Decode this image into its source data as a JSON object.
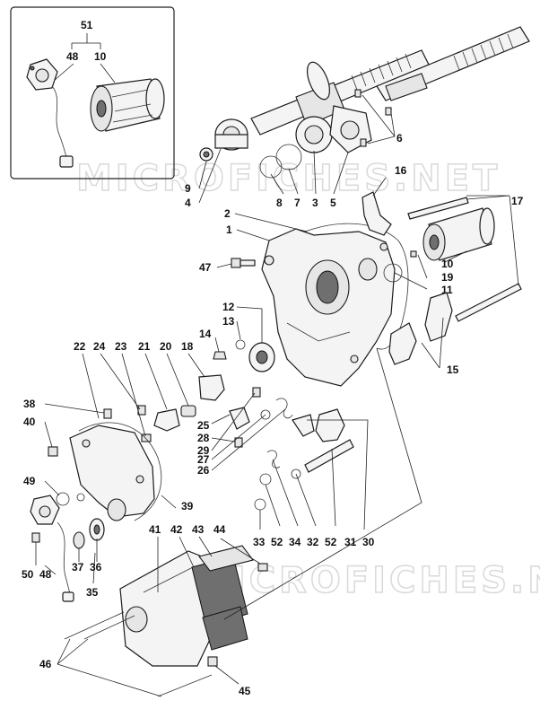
{
  "watermark": [
    "MICROFICHES.NET",
    "MICROFICHES.NET"
  ],
  "inset": {
    "title": "51",
    "sub_left": "48",
    "sub_right": "10"
  },
  "callouts": [
    {
      "id": "c1",
      "text": "1"
    },
    {
      "id": "c2",
      "text": "2"
    },
    {
      "id": "c3",
      "text": "3"
    },
    {
      "id": "c4",
      "text": "4"
    },
    {
      "id": "c5",
      "text": "5"
    },
    {
      "id": "c6",
      "text": "6"
    },
    {
      "id": "c7",
      "text": "7"
    },
    {
      "id": "c8",
      "text": "8"
    },
    {
      "id": "c9",
      "text": "9"
    },
    {
      "id": "c10",
      "text": "10"
    },
    {
      "id": "c11",
      "text": "11"
    },
    {
      "id": "c12",
      "text": "12"
    },
    {
      "id": "c13",
      "text": "13"
    },
    {
      "id": "c14",
      "text": "14"
    },
    {
      "id": "c15",
      "text": "15"
    },
    {
      "id": "c16",
      "text": "16"
    },
    {
      "id": "c17",
      "text": "17"
    },
    {
      "id": "c18",
      "text": "18"
    },
    {
      "id": "c19",
      "text": "19"
    },
    {
      "id": "c20",
      "text": "20"
    },
    {
      "id": "c21",
      "text": "21"
    },
    {
      "id": "c22",
      "text": "22"
    },
    {
      "id": "c23",
      "text": "23"
    },
    {
      "id": "c24",
      "text": "24"
    },
    {
      "id": "c25",
      "text": "25"
    },
    {
      "id": "c26",
      "text": "26"
    },
    {
      "id": "c27",
      "text": "27"
    },
    {
      "id": "c28",
      "text": "28"
    },
    {
      "id": "c29",
      "text": "29"
    },
    {
      "id": "c30",
      "text": "30"
    },
    {
      "id": "c31",
      "text": "31"
    },
    {
      "id": "c32",
      "text": "32"
    },
    {
      "id": "c33",
      "text": "33"
    },
    {
      "id": "c34",
      "text": "34"
    },
    {
      "id": "c35",
      "text": "35"
    },
    {
      "id": "c36",
      "text": "36"
    },
    {
      "id": "c37",
      "text": "37"
    },
    {
      "id": "c38",
      "text": "38"
    },
    {
      "id": "c39",
      "text": "39"
    },
    {
      "id": "c40",
      "text": "40"
    },
    {
      "id": "c41",
      "text": "41"
    },
    {
      "id": "c42",
      "text": "42"
    },
    {
      "id": "c43",
      "text": "43"
    },
    {
      "id": "c44",
      "text": "44"
    },
    {
      "id": "c45",
      "text": "45"
    },
    {
      "id": "c46",
      "text": "46"
    },
    {
      "id": "c47",
      "text": "47"
    },
    {
      "id": "c48",
      "text": "48"
    },
    {
      "id": "c49",
      "text": "49"
    },
    {
      "id": "c50",
      "text": "50"
    },
    {
      "id": "c52a",
      "text": "52"
    },
    {
      "id": "c52b",
      "text": "52"
    }
  ]
}
